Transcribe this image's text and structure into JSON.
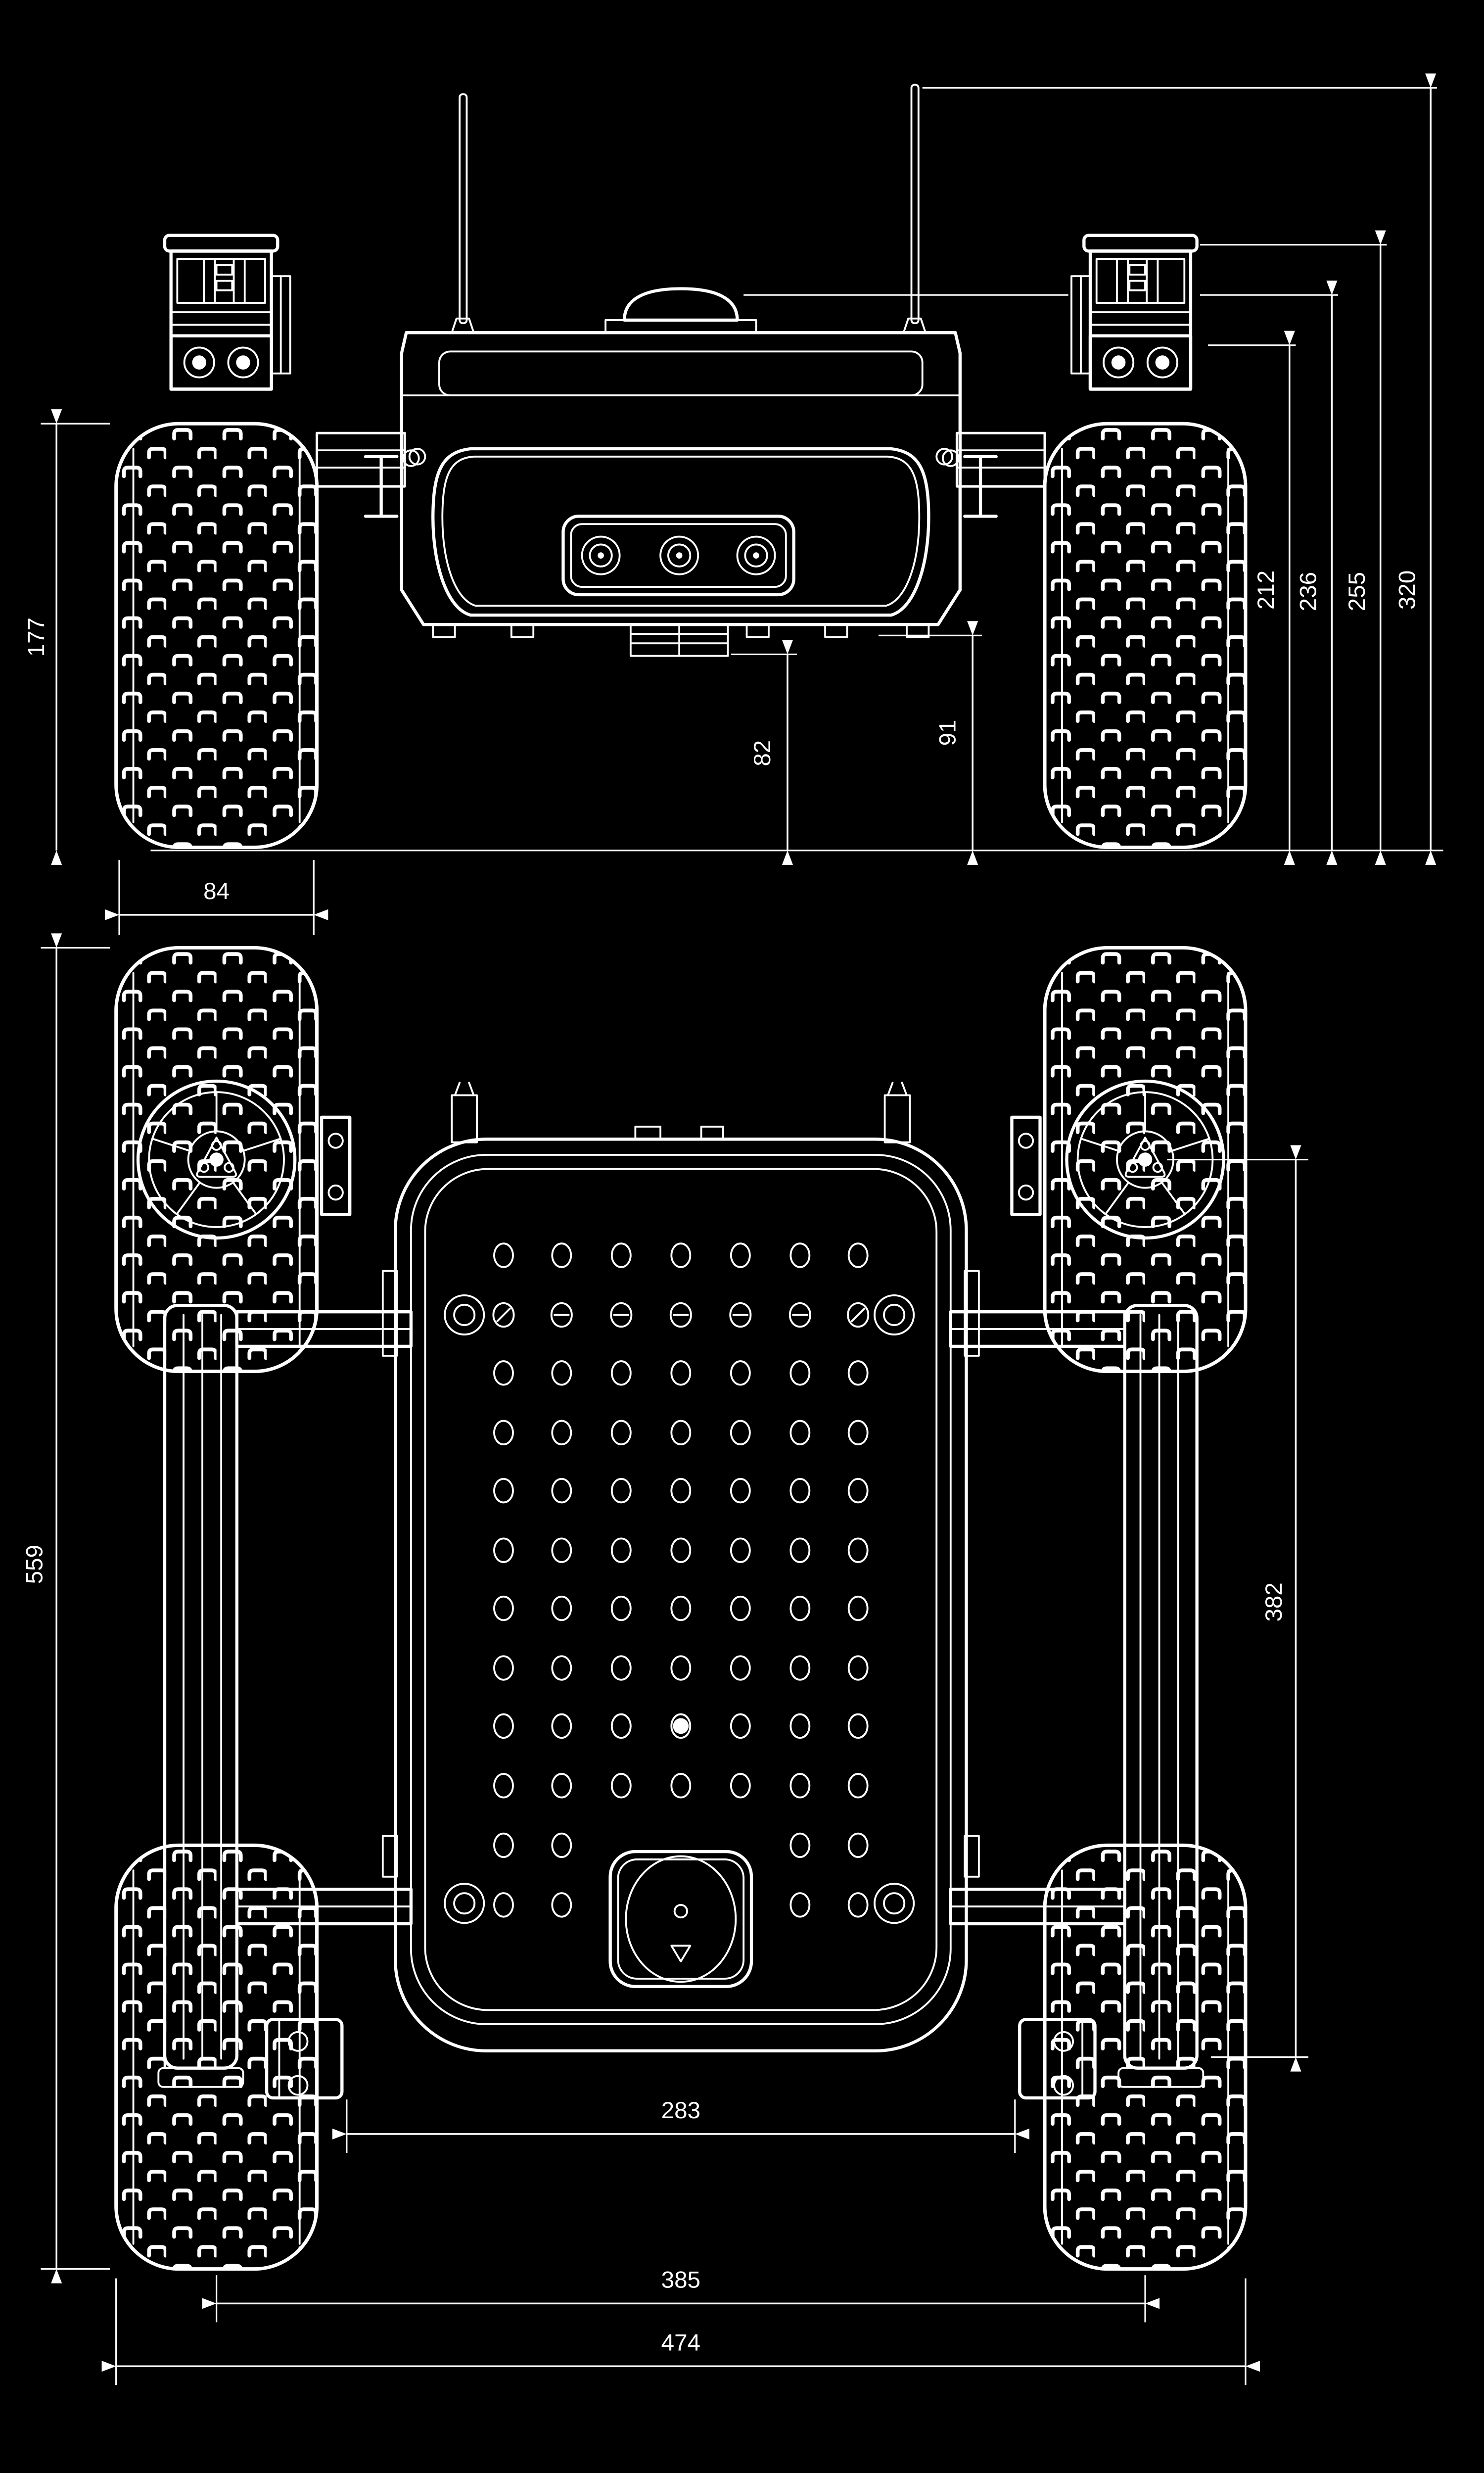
{
  "drawing": {
    "type": "cad-dimension-drawing",
    "subject": "four-wheel rover robot, front view and top view",
    "colors": {
      "background": "#000000",
      "line": "#ffffff"
    }
  },
  "dims": {
    "front": {
      "wheel_diameter": "177",
      "wheel_width": "84",
      "frame_clearance": "82",
      "body_clearance": "91",
      "chassis_height": "212",
      "camera_height": "236",
      "sensor_height": "255",
      "antenna_height": "320"
    },
    "top": {
      "overall_length": "559",
      "wheelbase": "382",
      "frame_length": "283",
      "track_width": "385",
      "overall_width": "474"
    }
  }
}
